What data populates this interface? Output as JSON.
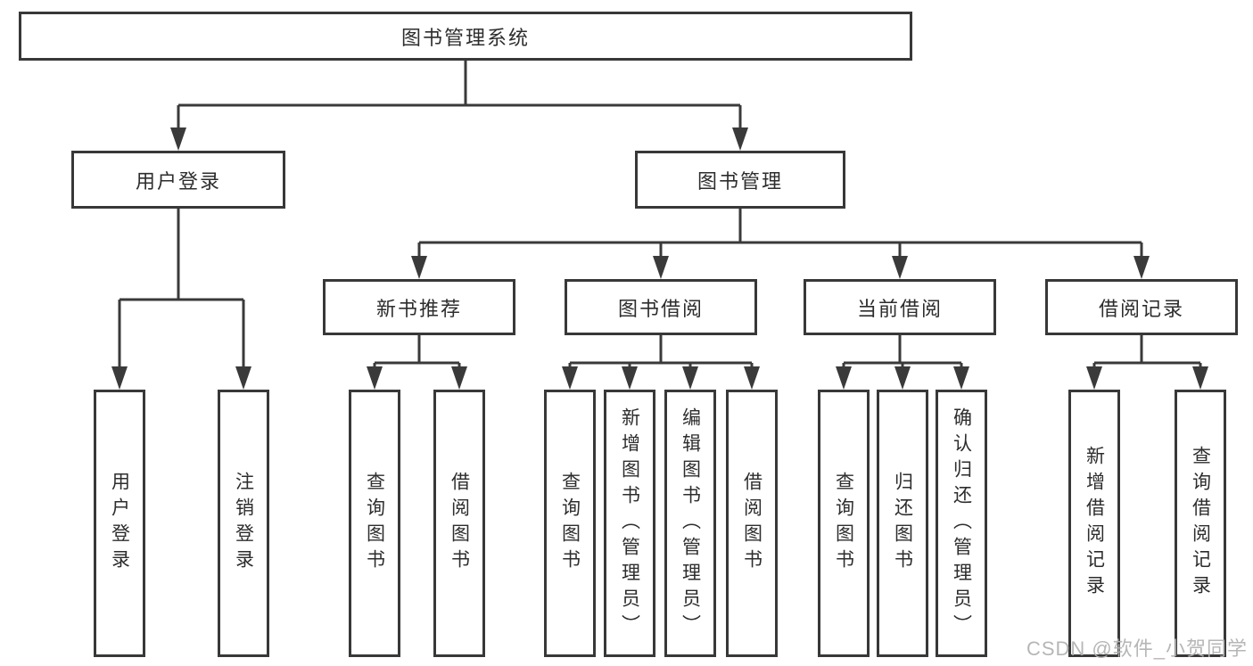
{
  "watermark": {
    "text": "CSDN @软件_小贺同学"
  },
  "colors": {
    "line": "#3a3a3a",
    "border": "#383838",
    "text": "#2d2d2d",
    "watermark": "#b2b2b2",
    "background": "#ffffff"
  },
  "tree": {
    "label": "图书管理系统",
    "children": [
      {
        "label": "用户登录",
        "children": [
          {
            "label": "用户登录"
          },
          {
            "label": "注销登录"
          }
        ]
      },
      {
        "label": "图书管理",
        "children": [
          {
            "label": "新书推荐",
            "children": [
              {
                "label": "查询图书"
              },
              {
                "label": "借阅图书"
              }
            ]
          },
          {
            "label": "图书借阅",
            "children": [
              {
                "label": "查询图书"
              },
              {
                "label": "新增图书（管理员）"
              },
              {
                "label": "编辑图书（管理员）"
              },
              {
                "label": "借阅图书"
              }
            ]
          },
          {
            "label": "当前借阅",
            "children": [
              {
                "label": "查询图书"
              },
              {
                "label": "归还图书"
              },
              {
                "label": "确认归还（管理员）"
              }
            ]
          },
          {
            "label": "借阅记录",
            "children": [
              {
                "label": "新增借阅记录"
              },
              {
                "label": "查询借阅记录"
              }
            ]
          }
        ]
      }
    ]
  }
}
